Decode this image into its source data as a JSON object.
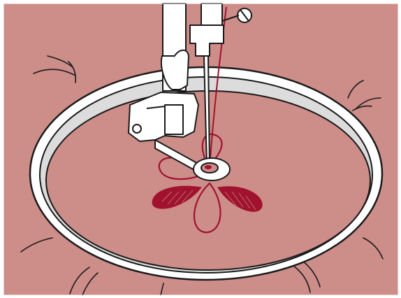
{
  "colors": {
    "fabric": "#cd8d89",
    "outline": "#1a1a1a",
    "hoop": "#ffffff",
    "hoop_inner_shadow": "#dcdcdc",
    "thread": "#a0122e",
    "machine": "#ffffff",
    "background": "#ffffff"
  },
  "illustration": {
    "subject": "embroidery-machine-needle-over-hoop",
    "stitched_petals": 2,
    "outlined_petals": 3
  }
}
